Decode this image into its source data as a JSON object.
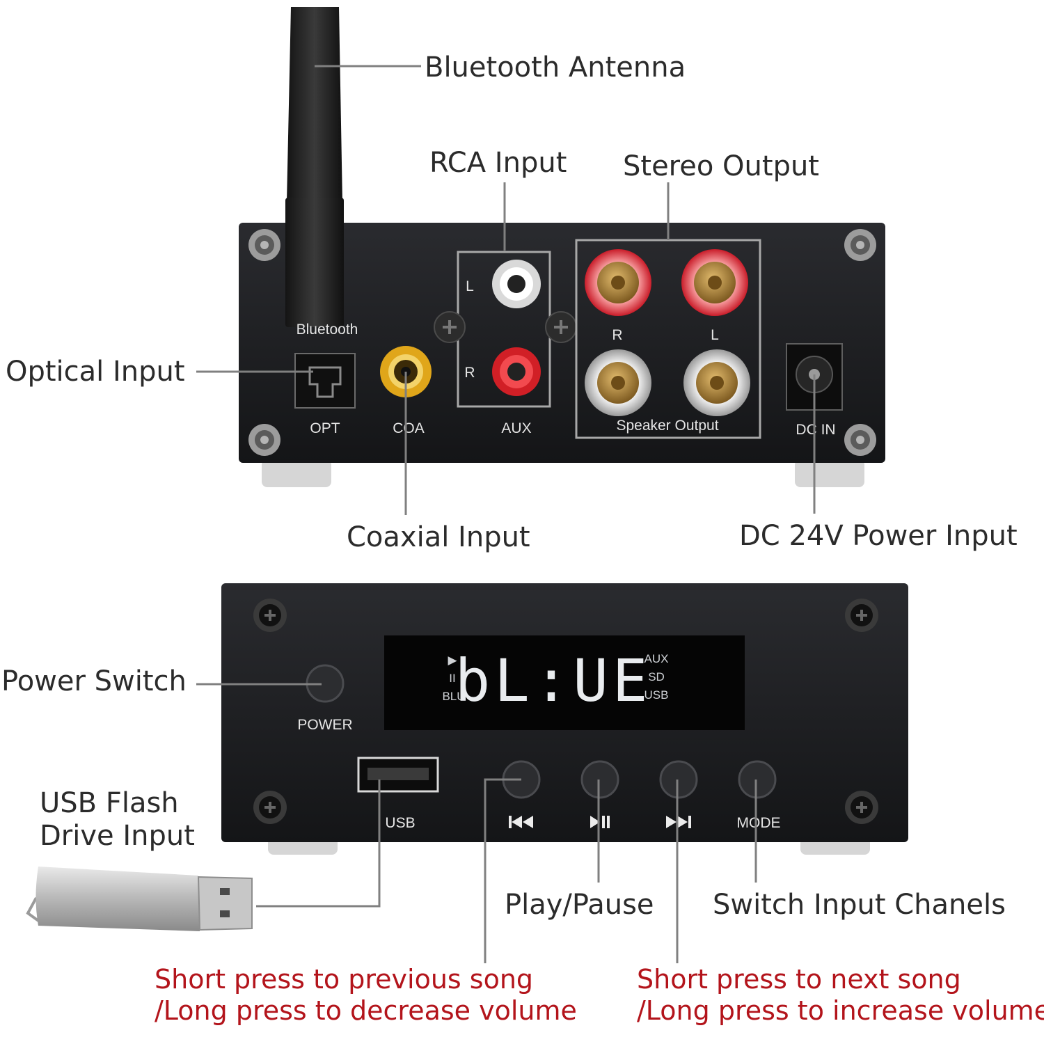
{
  "callouts": {
    "bluetooth_antenna": "Bluetooth Antenna",
    "rca_input": "RCA Input",
    "stereo_output": "Stereo Output",
    "optical_input": "Optical Input",
    "coaxial_input": "Coaxial Input",
    "dc_power_input": "DC 24V Power Input",
    "power_switch": "Power Switch",
    "usb_flash_line1": "USB Flash",
    "usb_flash_line2": "Drive Input",
    "play_pause": "Play/Pause",
    "switch_input": "Switch Input Chanels",
    "prev_line1": "Short press to previous song",
    "prev_line2": "/Long press to decrease volume",
    "next_line1": "Short press to next song",
    "next_line2": "/Long press to increase volume"
  },
  "back_panel": {
    "bluetooth": "Bluetooth",
    "opt": "OPT",
    "coa": "COA",
    "aux": "AUX",
    "aux_l": "L",
    "aux_r": "R",
    "spk_r": "R",
    "spk_l": "L",
    "speaker_output": "Speaker  Output",
    "dc_in": "DC IN"
  },
  "front_panel": {
    "power": "POWER",
    "usb": "USB",
    "prev_symbol": "⏮",
    "play_symbol": "⏯",
    "next_symbol": "⏭",
    "mode": "MODE",
    "lcd_digits": "bL:UE",
    "lcd_play": "▶",
    "lcd_pause": "II",
    "lcd_blu": "BLU",
    "lcd_aux": "AUX",
    "lcd_sd": "SD",
    "lcd_usb": "USB"
  },
  "colors": {
    "panel": "#1e1f22",
    "speaker_red": "#d8323a",
    "rca_red": "#d11f26",
    "rca_yellow": "#e0a61a",
    "gold": "#b88a3c",
    "callout_red": "#b3141b"
  }
}
